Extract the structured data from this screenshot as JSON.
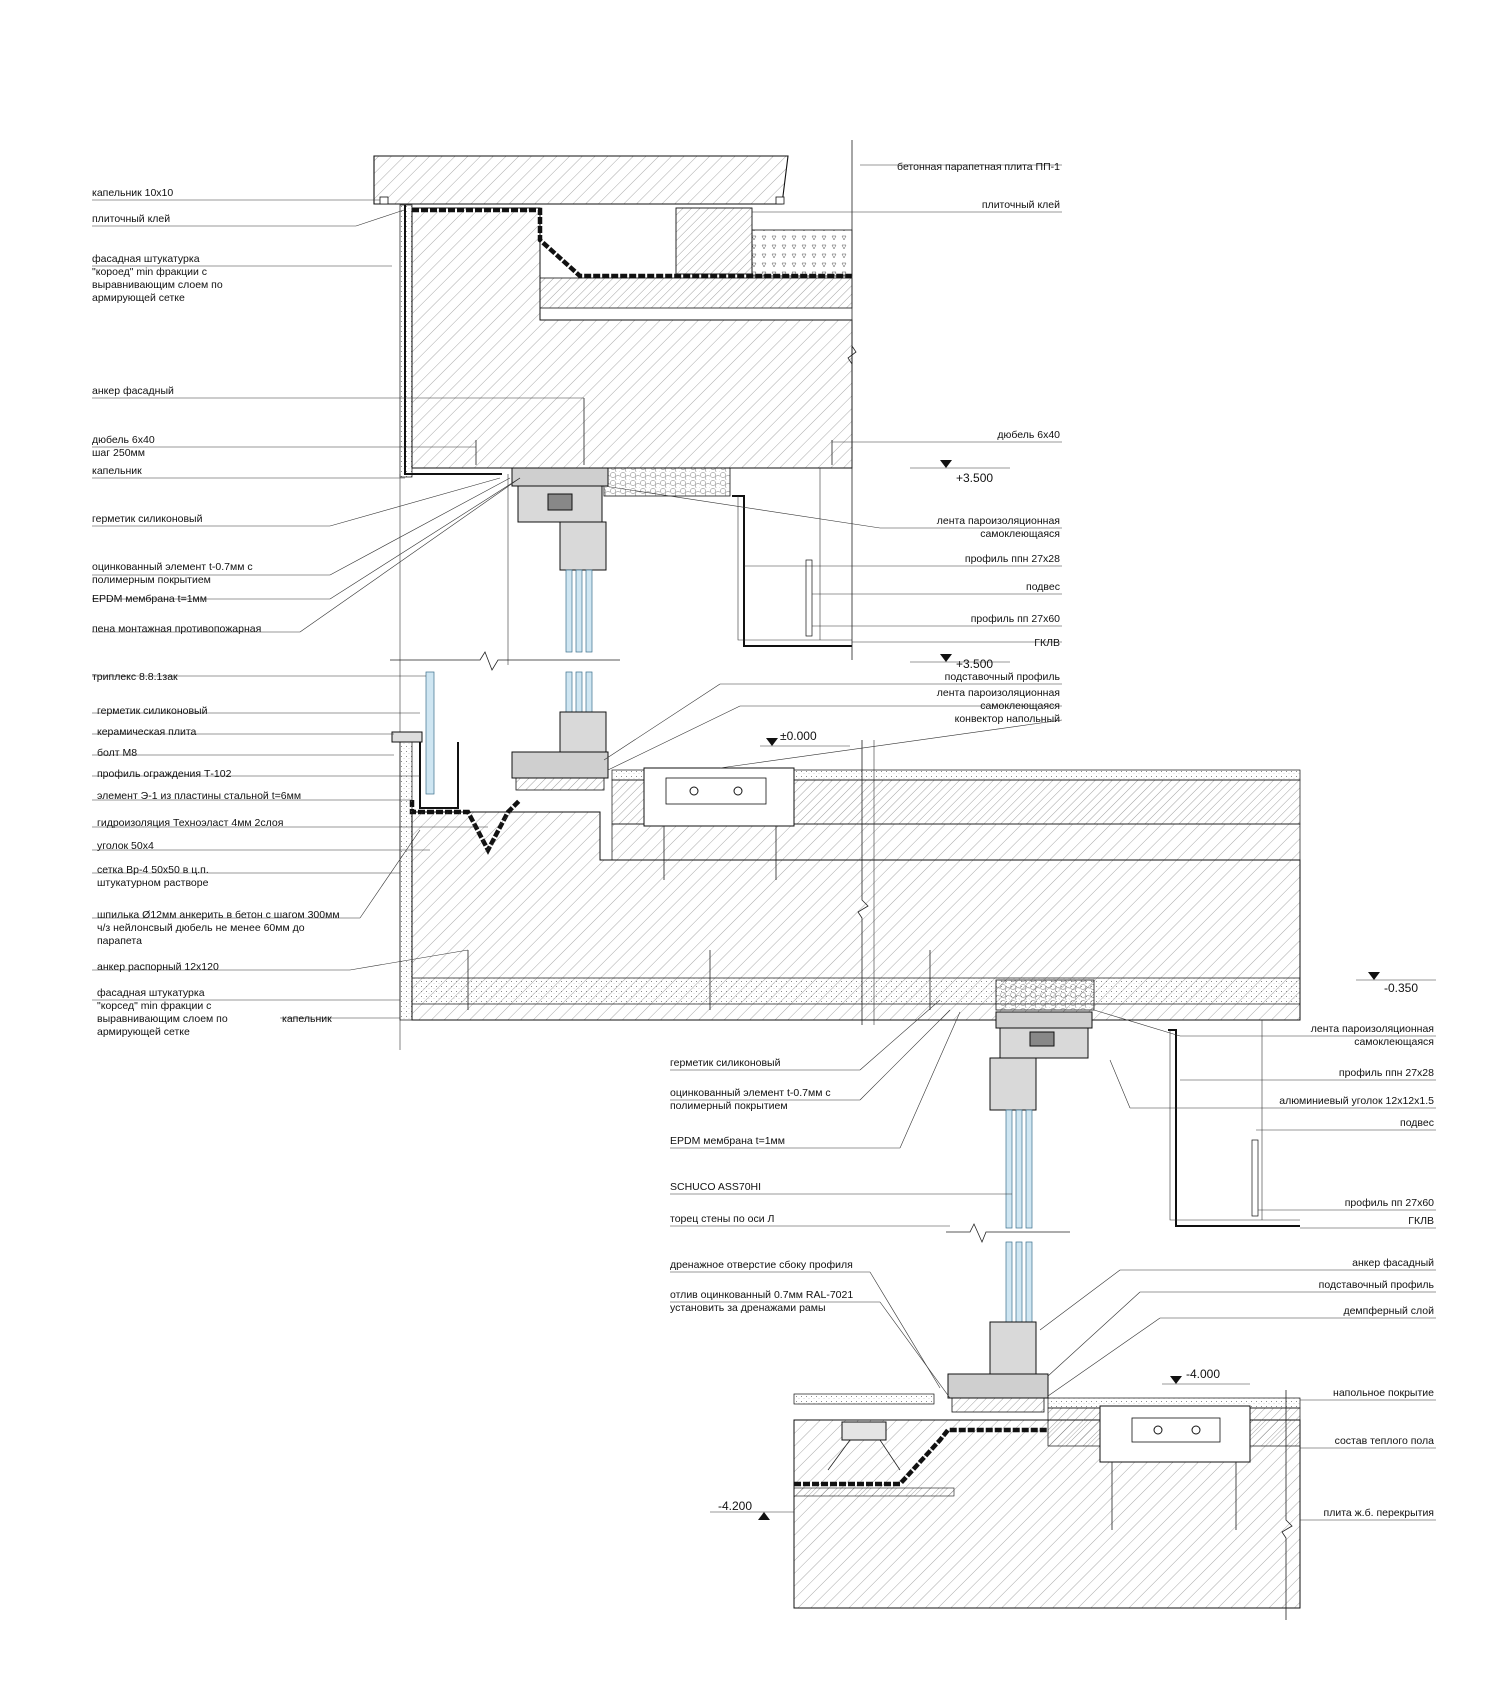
{
  "labels_left_upper": [
    "капельник 10х10",
    "плиточный клей",
    "фасадная штукатурка",
    "\"короед\" min фракции с",
    "выравнивающим слоем по",
    "армирующей сетке",
    "анкер фасадный",
    "дюбель 6х40",
    "шаг 250мм",
    "капельник",
    "герметик силиконовый",
    "оцинкованный элемент t-0.7мм с",
    "полимерным покрытием",
    "EPDM мембрана t=1мм",
    "пена монтажная противопожарная"
  ],
  "labels_left_lower": [
    "триплекс 8.8.1зак",
    "герметик силиконовый",
    "керамическая плита",
    "болт М8",
    "профиль ограждения Т-102",
    "элемент Э-1 из пластины стальной t=6мм",
    "гидроизоляция Техноэласт 4мм 2слоя",
    "уголок 50х4",
    "сетка Вр-4 50х50 в ц.п.",
    "штукатурном растворе",
    "шпилька Ø12мм анкерить в бетон с шагом 300мм",
    "ч/з нейлонсвый дюбель не менее 60мм до",
    "парапета",
    "анкер распорный 12х120",
    "фасадная штукатурка",
    "\"корсед\" min фракции с",
    "выравнивающим слоем по",
    "армирующей сетке",
    "капельник"
  ],
  "labels_right_upper": [
    "бетонная парапетная плита ПП-1",
    "плиточный клей",
    "дюбель 6х40",
    "лента пароизоляционная",
    "самоклеющаяся",
    "профиль ппн 27х28",
    "подвес",
    "профиль пп 27х60",
    "ГКЛВ",
    "подставочный профиль",
    "лента пароизоляционная",
    "самоклеющаяся",
    "конвектор напольный"
  ],
  "labels_center_lower": [
    "герметик силиконовый",
    "оцинкованный элемент t-0.7мм с",
    "полимерный покрытием",
    "EPDM мембрана t=1мм",
    "SCHUCO ASS70HI",
    "торец стены по оси Л",
    "дренажное отверстие сбоку профиля",
    "отлив оцинкованный 0.7мм RAL-7021",
    "установить за дренажами рамы"
  ],
  "labels_right_lower": [
    "лента пароизоляционная",
    "самоклеющаяся",
    "профиль ппн 27х28",
    "алюминиевый уголок 12х12х1.5",
    "подвес",
    "профиль пп 27х60",
    "ГКЛВ",
    "анкер фасадный",
    "подставочный профиль",
    "демпферный слой",
    "напольное покрытие",
    "состав теплого пола",
    "плита ж.б. перекрытия"
  ],
  "level_marks": [
    "+3.500",
    "+3.500",
    "±0.000",
    "-0.350",
    "-4.000",
    "-4.200"
  ]
}
